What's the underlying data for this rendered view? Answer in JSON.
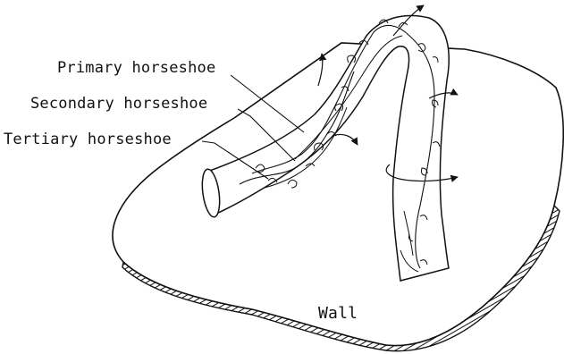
{
  "labels": {
    "primary": "Primary horseshoe",
    "secondary": "Secondary horseshoe",
    "tertiary": "Tertiary horseshoe",
    "wall": "Wall"
  },
  "colors": {
    "ink": "#111111",
    "background": "#ffffff"
  }
}
